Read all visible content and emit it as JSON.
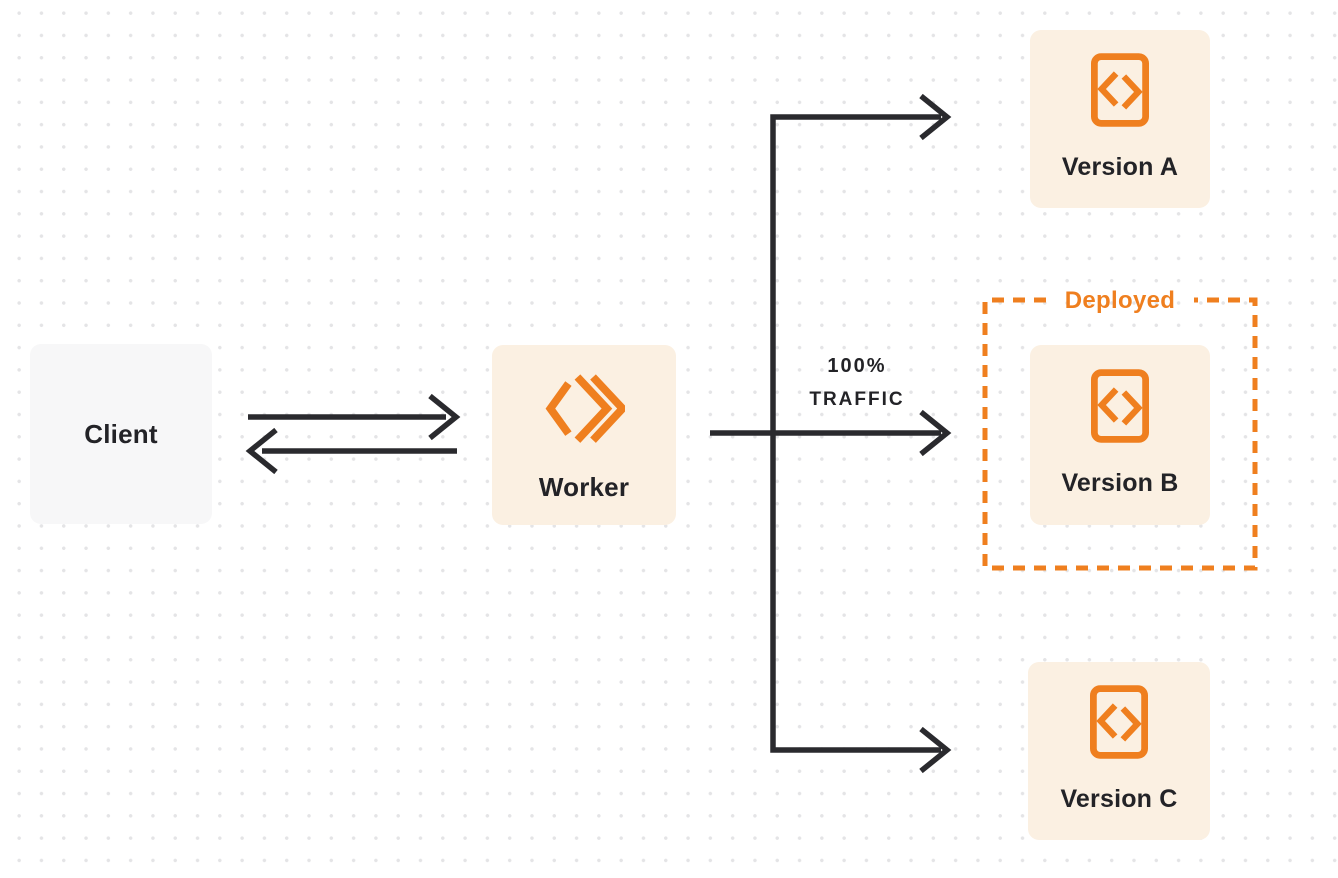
{
  "diagram": {
    "nodes": {
      "client": {
        "label": "Client"
      },
      "worker": {
        "label": "Worker",
        "icon": "workers-logo-icon"
      },
      "version_a": {
        "label": "Version A",
        "icon": "code-file-icon"
      },
      "version_b": {
        "label": "Version B",
        "icon": "code-file-icon"
      },
      "version_c": {
        "label": "Version C",
        "icon": "code-file-icon"
      }
    },
    "annotations": {
      "deployed_label": "Deployed",
      "traffic_line1": "100%",
      "traffic_line2": "TRAFFIC"
    },
    "colors": {
      "accent_orange": "#EF7F1F",
      "node_cream": "#FBF0E2",
      "client_gray": "#F7F7F8",
      "arrow_dark": "#2A2A2E",
      "label_dark": "#232327",
      "dot_gray": "#E4E4E6"
    }
  }
}
